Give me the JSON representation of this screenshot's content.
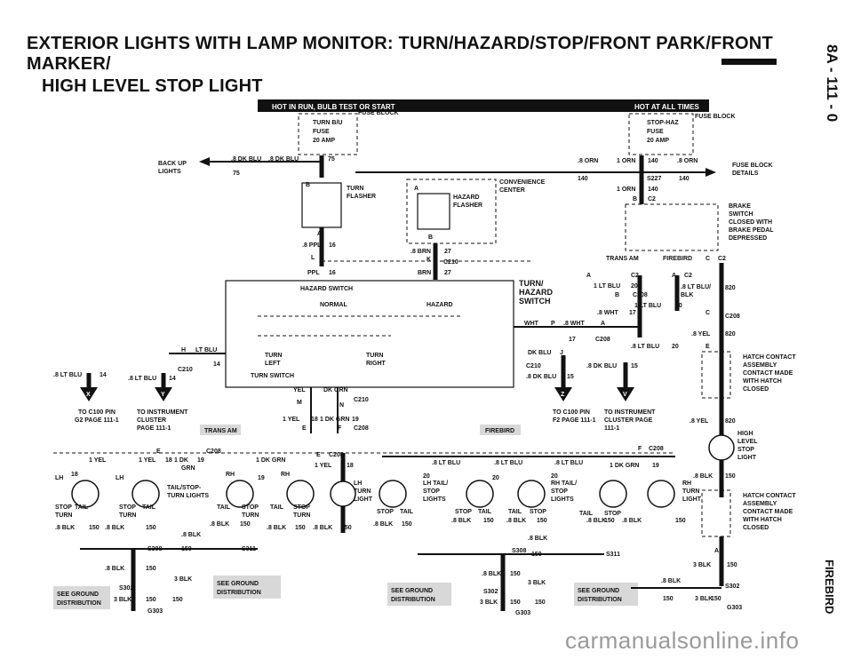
{
  "title_line1": "EXTERIOR LIGHTS WITH LAMP MONITOR: TURN/HAZARD/STOP/FRONT PARK/FRONT MARKER/",
  "title_line2": "HIGH LEVEL STOP LIGHT",
  "side_top": "8A - 111 - 0",
  "side_bottom": "FIREBIRD",
  "watermark": "carmanualsonline.info",
  "hot_run": "HOT IN RUN, BULB TEST OR START",
  "hot_all": "HOT AT ALL TIMES",
  "fuse_block_label": "FUSE BLOCK",
  "fuse_left": [
    "TURN B/U",
    "FUSE",
    "20 AMP"
  ],
  "fuse_right": [
    "STOP-HAZ",
    "FUSE",
    "20 AMP"
  ],
  "fuse_block_details": [
    "FUSE BLOCK",
    "DETAILS"
  ],
  "backup_lights": [
    "BACK UP",
    "LIGHTS"
  ],
  "turn_flasher": [
    "TURN",
    "FLASHER"
  ],
  "hazard_flasher": [
    "HAZARD",
    "FLASHER"
  ],
  "convenience_center": [
    "CONVENIENCE",
    "CENTER"
  ],
  "brake_switch": [
    "BRAKE",
    "SWITCH",
    "CLOSED WITH",
    "BRAKE PEDAL",
    "DEPRESSED"
  ],
  "trans_am": "TRANS AM",
  "firebird": "FIREBIRD",
  "hazard_switch": "HAZARD SWITCH",
  "normal": "NORMAL",
  "hazard": "HAZARD",
  "turn_hazard_switch": [
    "TURN/",
    "HAZARD",
    "SWITCH"
  ],
  "turn_left": [
    "TURN",
    "LEFT"
  ],
  "turn_right": [
    "TURN",
    "RIGHT"
  ],
  "turn_switch": "TURN SWITCH",
  "hatch_contact": [
    "HATCH CONTACT",
    "ASSEMBLY",
    "CONTACT MADE",
    "WITH HATCH",
    "CLOSED"
  ],
  "high_level_stop": [
    "HIGH",
    "LEVEL",
    "STOP",
    "LIGHT"
  ],
  "to_c100_left": [
    "TO C100 PIN",
    "G2 PAGE 111-1"
  ],
  "to_cluster_left": [
    "TO INSTRUMENT",
    "CLUSTER",
    "PAGE 111-1"
  ],
  "to_c100_right": [
    "TO C100 PIN",
    "F2 PAGE 111-1"
  ],
  "to_cluster_right": [
    "TO INSTRUMENT",
    "CLUSTER PAGE",
    "111-1"
  ],
  "tail_stop_turn_lights": [
    "TAIL/STOP-",
    "TURN LIGHTS"
  ],
  "lh_tail_stop_lights": [
    "LH TAIL/",
    "STOP",
    "LIGHTS"
  ],
  "rh_tail_stop_lights": [
    "RH TAIL/",
    "STOP",
    "LIGHTS"
  ],
  "lh_turn_light": [
    "LH",
    "TURN",
    "LIGHT"
  ],
  "rh_turn_light": [
    "RH",
    "TURN",
    "LIGHT"
  ],
  "see_ground": [
    "SEE GROUND",
    "DISTRIBUTION"
  ],
  "wires": {
    "w8dkblu": ".8 DK BLU",
    "w8orn": ".8 ORN",
    "w1orn": "1 ORN",
    "w8ppl": ".8 PPL",
    "wppl": "PPL",
    "w8brn": ".8 BRN",
    "wbrn": "BRN",
    "w8ltblu": ".8 LT BLU",
    "w1ltblu": "1 LT BLU",
    "wltblu": "LT BLU",
    "w8wht": ".8 WHT",
    "wwht": "WHT",
    "wdkblu": "DK BLU",
    "wyel": "YEL",
    "wdkgrn": "DK GRN",
    "w1yel": "1 YEL",
    "w1dkgrn": "1 DK GRN",
    "w1dk": "1 DK",
    "wgrn": "GRN",
    "w8yel": ".8 YEL",
    "w8blk": ".8 BLK",
    "w3blk": "3 BLK",
    "w8ltbluslash": ".8 LT BLU/",
    "wblk": "BLK"
  },
  "circuits": {
    "c75": "75",
    "c140": "140",
    "c16": "16",
    "c27": "27",
    "c14": "14",
    "c15": "15",
    "c17": "17",
    "c20": "20",
    "c18": "18",
    "c19": "19",
    "c150": "150",
    "c820": "820"
  },
  "connectors": {
    "c210": "C210",
    "c208": "C208",
    "c2": "C2",
    "s227": "S227",
    "s308": "S308",
    "s311": "S311",
    "s302": "S302",
    "g303": "G303"
  },
  "pins": [
    "B",
    "A",
    "L",
    "K",
    "H",
    "J",
    "P",
    "M",
    "N",
    "E",
    "F",
    "C",
    "Y",
    "X",
    "Z",
    "V"
  ],
  "sides": {
    "lh": "LH",
    "rh": "RH",
    "stop": "STOP",
    "tail": "TAIL",
    "turn": "TURN"
  }
}
